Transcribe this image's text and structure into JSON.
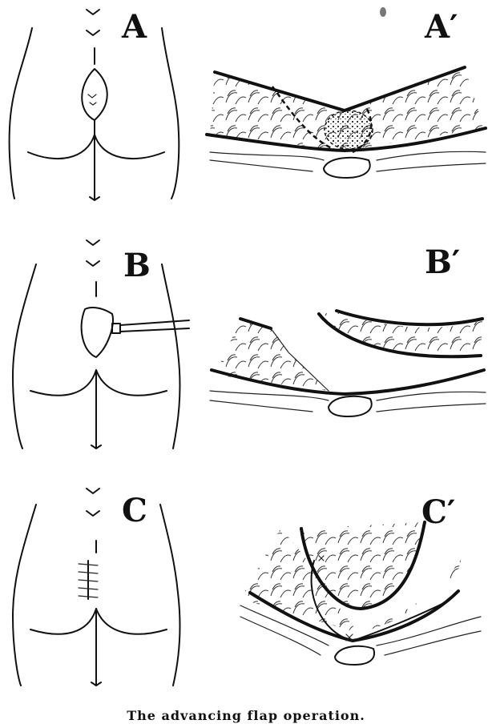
{
  "panels": {
    "a": "A",
    "a_prime": "A′",
    "b": "B",
    "b_prime": "B′",
    "c": "C",
    "c_prime": "C′"
  },
  "caption": "The advancing flap operation."
}
